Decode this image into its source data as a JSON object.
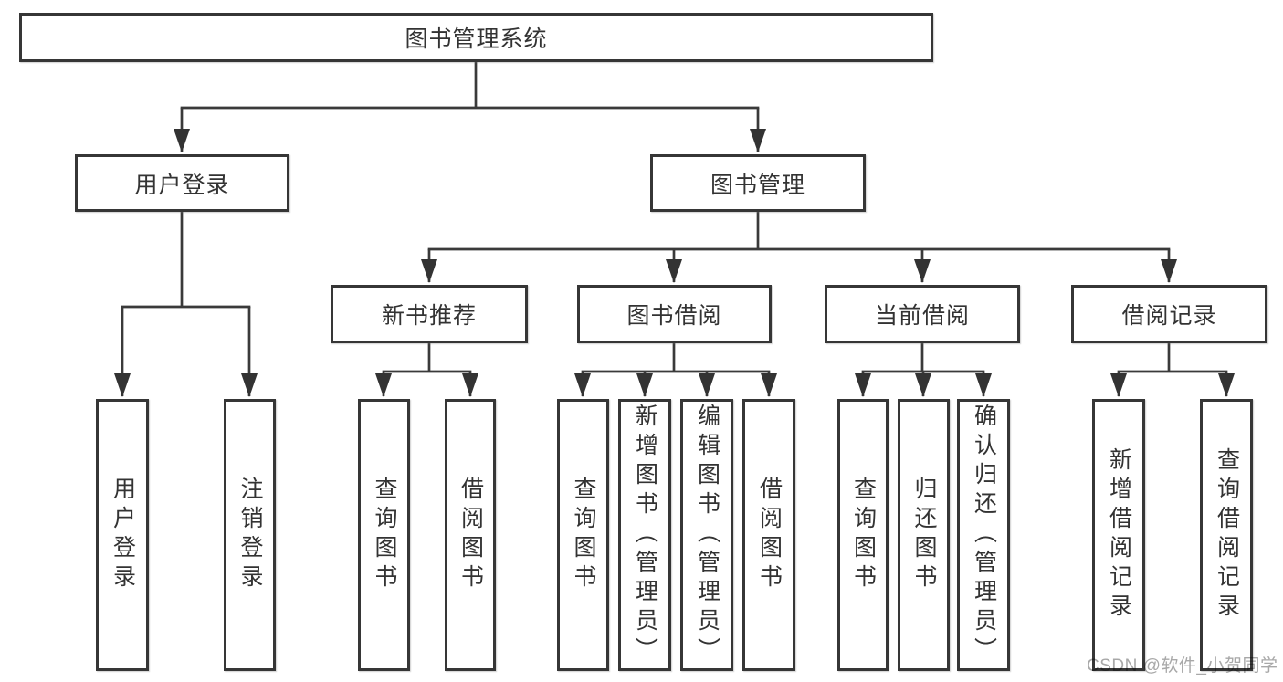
{
  "tree": {
    "root": {
      "label": "图书管理系统"
    },
    "children": [
      {
        "label": "用户登录",
        "children": [
          {
            "label": "用户登录"
          },
          {
            "label": "注销登录"
          }
        ]
      },
      {
        "label": "图书管理",
        "children": [
          {
            "label": "新书推荐",
            "children": [
              {
                "label": "查询图书"
              },
              {
                "label": "借阅图书"
              }
            ]
          },
          {
            "label": "图书借阅",
            "children": [
              {
                "label": "查询图书"
              },
              {
                "label": "新增图书（管理员）"
              },
              {
                "label": "编辑图书（管理员）"
              },
              {
                "label": "借阅图书"
              }
            ]
          },
          {
            "label": "当前借阅",
            "children": [
              {
                "label": "查询图书"
              },
              {
                "label": "归还图书"
              },
              {
                "label": "确认归还（管理员）"
              }
            ]
          },
          {
            "label": "借阅记录",
            "children": [
              {
                "label": "新增借阅记录"
              },
              {
                "label": "查询借阅记录"
              }
            ]
          }
        ]
      }
    ]
  },
  "watermark": "CSDN @软件_小贺同学",
  "colors": {
    "ink": "#3a3a3a",
    "watermark": "#a8a8a8"
  }
}
